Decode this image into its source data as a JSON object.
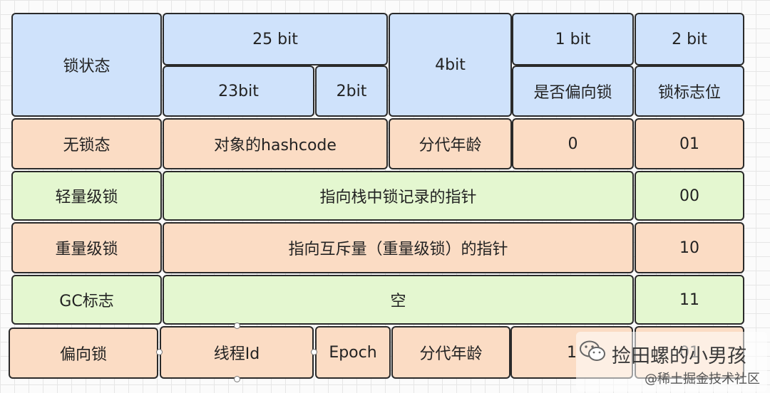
{
  "header": {
    "lock_state": "锁状态",
    "bits_25": "25 bit",
    "bits_23": "23bit",
    "bits_2": "2bit",
    "bits_4": "4bit",
    "bits_1": "1 bit",
    "bits_2b": "2 bit",
    "biased_flag": "是否偏向锁",
    "lock_flag": "锁标志位"
  },
  "rows": {
    "unlocked": {
      "label": "无锁态",
      "hash": "对象的hashcode",
      "age": "分代年龄",
      "biased": "0",
      "flag": "01"
    },
    "lightweight": {
      "label": "轻量级锁",
      "content": "指向栈中锁记录的指针",
      "flag": "00"
    },
    "heavyweight": {
      "label": "重量级锁",
      "content": "指向互斥量（重量级锁）的指针",
      "flag": "10"
    },
    "gc": {
      "label": "GC标志",
      "content": "空",
      "flag": "11"
    },
    "biased": {
      "label": "偏向锁",
      "thread": "线程Id",
      "epoch": "Epoch",
      "age": "分代年龄",
      "biased": "1",
      "flag": "01"
    }
  },
  "watermark": {
    "name": "捡田螺的小男孩",
    "site": "@稀土掘金技术社区",
    "icon": "wechat-icon"
  }
}
